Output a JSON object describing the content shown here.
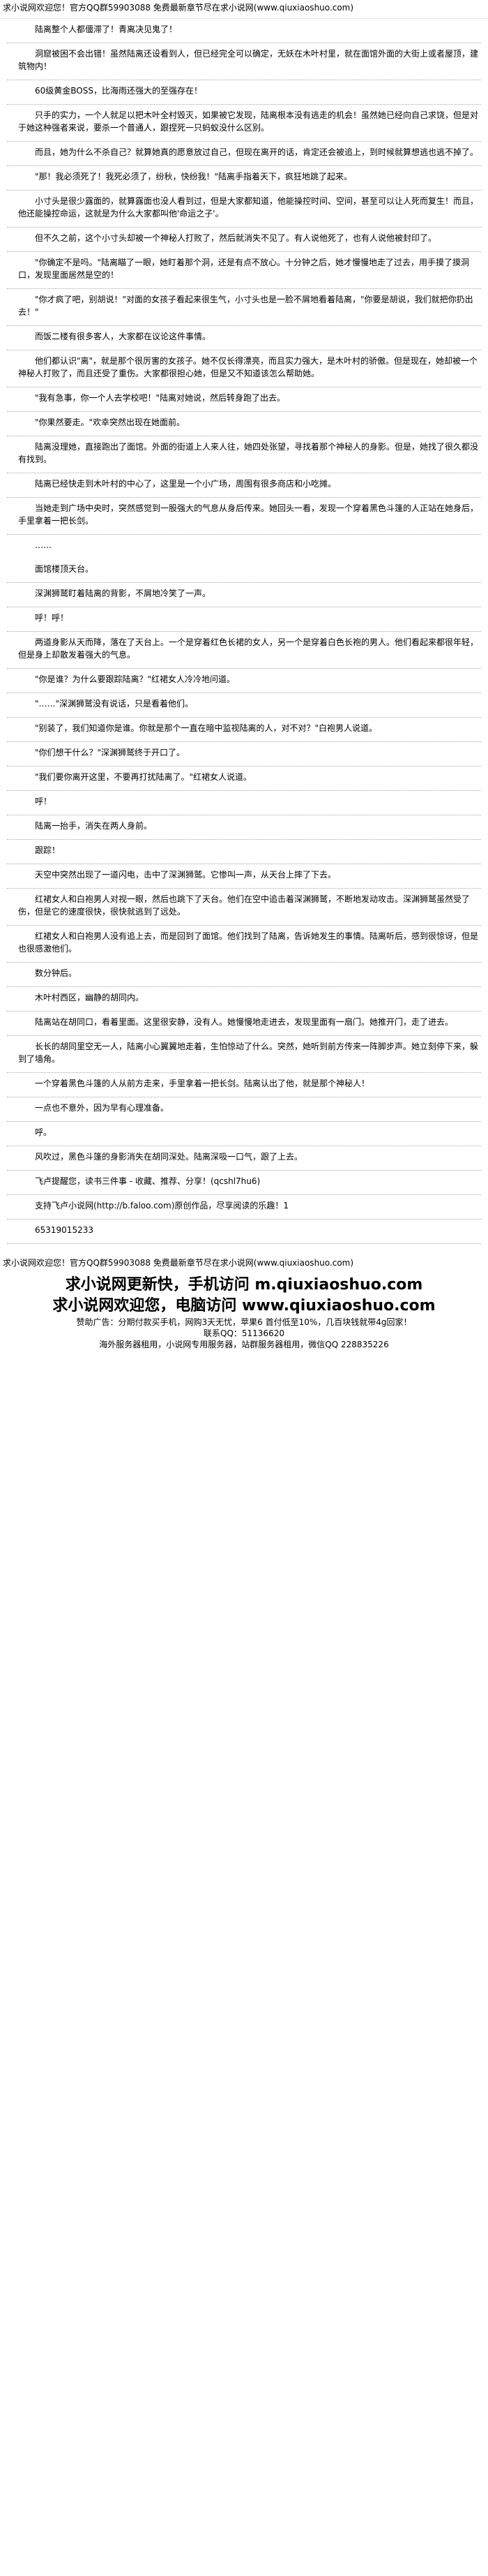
{
  "header": {
    "text": "求小说网欢迎您！官方QQ群59903088 免费最新章节尽在求小说网(www.qiuxiaoshuo.com)"
  },
  "paragraphs": [
    "陆离整个人都僵滞了！青离决见鬼了！",
    "洞窟被困不会出错！虽然陆离还设看到人，但已经完全可以确定，无妖在木叶村里，就在面馆外面的大街上或者屋顶，建筑物内！",
    "60级黄金BOSS，比海雨还强大的至强存在！",
    "只手的实力，一个人就足以把木叶全村毁灭，如果被它发现，陆离根本没有逃走的机会！虽然她已经向自己求饶，但是对于她这种强者来说，要杀一个普通人，跟捏死一只蚂蚁没什么区别。",
    "而且，她为什么不杀自己？就算她真的愿意放过自己，但现在离开的话，肯定还会被追上，到时候就算想逃也逃不掉了。",
    "\"那！我必须死了！我死必须了，纷秋，快纷我！\"陆离手指着天下，疯狂地跳了起来。",
    "小寸头是很少露面的，就算露面也没人看到过，但是大家都知道，他能操控时间、空间，甚至可以让人死而复生！而且，他还能操控命运，这就是为什么大家都叫他'命运之子'。",
    "但不久之前，这个小寸头却被一个神秘人打败了，然后就消失不见了。有人说他死了，也有人说他被封印了。",
    "\"你确定不是吗。\"陆离瞄了一眼，她盯着那个洞，还是有点不放心。十分钟之后，她才慢慢地走了过去，用手摸了摸洞口，发现里面居然是空的！",
    "\"你才疯了吧，别胡说！\"对面的女孩子看起来很生气，小寸头也是一脸不屑地看着陆离，\"你要是胡说，我们就把你扔出去！\"",
    "而饭二楼有很多客人，大家都在议论这件事情。",
    "他们都认识\"离\"，就是那个很厉害的女孩子。她不仅长得漂亮，而且实力强大，是木叶村的骄傲。但是现在，她却被一个神秘人打败了，而且还受了重伤。大家都很担心她，但是又不知道该怎么帮助她。",
    "\"我有急事，你一个人去学校吧！\"陆离对她说，然后转身跑了出去。",
    "\"你果然要走。\"欢幸突然出现在她面前。",
    "陆离没理她，直接跑出了面馆。外面的街道上人来人往，她四处张望，寻找着那个神秘人的身影。但是，她找了很久都没有找到。",
    "陆离已经快走到木叶村的中心了，这里是一个小广场，周围有很多商店和小吃摊。",
    "当她走到广场中央时，突然感觉到一股强大的气息从身后传来。她回头一看，发现一个穿着黑色斗篷的人正站在她身后，手里拿着一把长剑。",
    "……",
    "面馆楼顶天台。",
    "深渊狮鹫盯着陆离的背影，不屑地冷笑了一声。",
    "呼！呼！",
    "两道身影从天而降，落在了天台上。一个是穿着红色长裙的女人，另一个是穿着白色长袍的男人。他们看起来都很年轻，但是身上却散发着强大的气息。",
    "\"你是谁？为什么要跟踪陆离？\"红裙女人冷冷地问道。",
    "\"……\"深渊狮鹫没有说话，只是看着他们。",
    "\"别装了，我们知道你是谁。你就是那个一直在暗中监视陆离的人，对不对？\"白袍男人说道。",
    "\"你们想干什么？\"深渊狮鹫终于开口了。",
    "\"我们要你离开这里，不要再打扰陆离了。\"红裙女人说道。",
    "呼！",
    "陆离一抬手，消失在两人身前。",
    "跟踪！",
    "天空中突然出现了一道闪电，击中了深渊狮鹫。它惨叫一声，从天台上摔了下去。",
    "红裙女人和白袍男人对视一眼，然后也跳下了天台。他们在空中追击着深渊狮鹫，不断地发动攻击。深渊狮鹫虽然受了伤，但是它的速度很快，很快就逃到了远处。",
    "红裙女人和白袍男人没有追上去，而是回到了面馆。他们找到了陆离，告诉她发生的事情。陆离听后，感到很惊讶，但是也很感激他们。",
    "数分钟后。",
    "木叶村西区，幽静的胡同内。",
    "陆离站在胡同口，看着里面。这里很安静，没有人。她慢慢地走进去，发现里面有一扇门。她推开门，走了进去。",
    "长长的胡同里空无一人，陆离小心翼翼地走着，生怕惊动了什么。突然，她听到前方传来一阵脚步声。她立刻停下来，躲到了墙角。",
    "一个穿着黑色斗篷的人从前方走来，手里拿着一把长剑。陆离认出了他，就是那个神秘人！",
    "一点也不意外，因为早有心理准备。",
    "呼。",
    "风吹过，黑色斗篷的身影消失在胡同深处。陆离深吸一口气，跟了上去。"
  ],
  "chapter_end": "飞卢提醒您，读书三件事 - 收藏、推荐、分享！(qcshl7hu6)",
  "support": {
    "line1": "支持飞卢小说网(http://b.faloo.com)原创作品，尽享阅读的乐趣！1",
    "line2": "65319015233"
  },
  "footer": {
    "text": "求小说网欢迎您！官方QQ群59903088 免费最新章节尽在求小说网(www.qiuxiaoshuo.com)",
    "promo_line1": "求小说网更新快，手机访问 m.qiuxiaoshuo.com",
    "promo_line2": "求小说网欢迎您，电脑访问 www.qiuxiaoshuo.com",
    "promo_small1": "赞助广告：分期付款买手机，网购3天无忧，苹果6 首付低至10%，几百块钱就带4g回家！",
    "promo_small2": "联系QQ：51136620",
    "promo_small3": "海外服务器租用，小说网专用服务器，站群服务器租用，微信QQ 228835226"
  }
}
